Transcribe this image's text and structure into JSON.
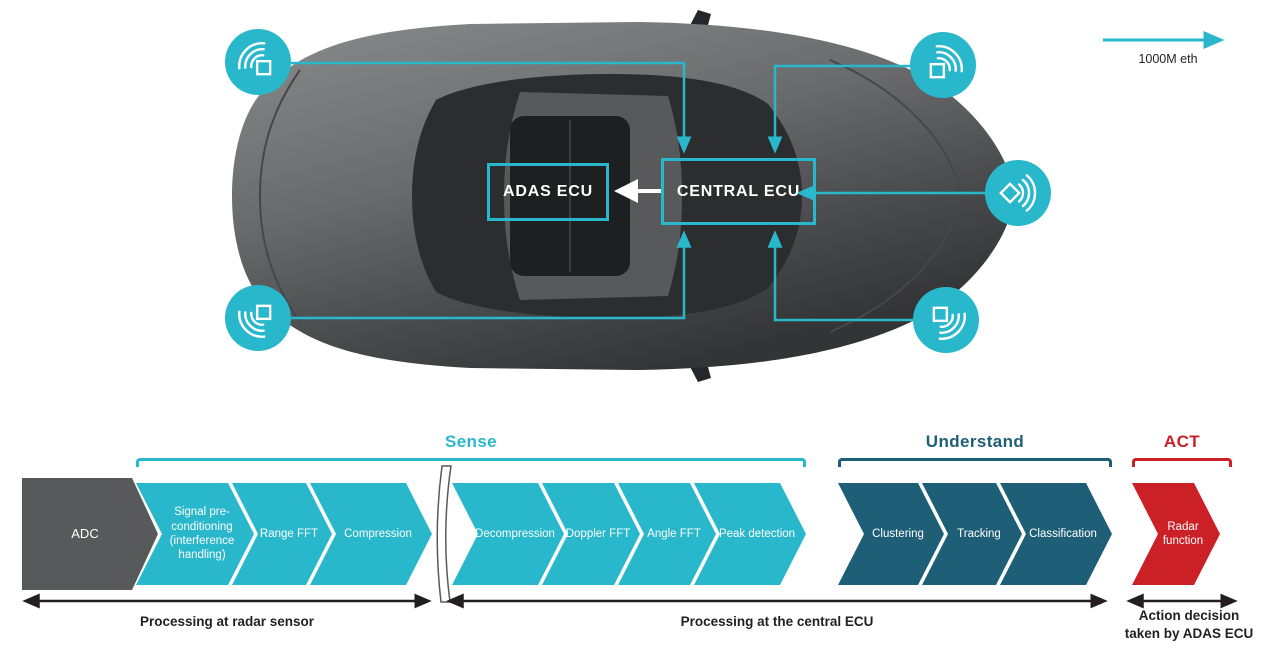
{
  "colors": {
    "teal": "#29b7cc",
    "dark_blue": "#1f5e77",
    "red": "#cb2026",
    "dark_gray": "#58595b",
    "text_black": "#231f20",
    "car_body_gray": "#5a5b5d",
    "glass_dark": "#2c2d2f"
  },
  "legend": {
    "label": "1000M eth"
  },
  "car_diagram": {
    "adas_ecu_label": "ADAS ECU",
    "central_ecu_label": "CENTRAL ECU",
    "sensor_count": 5,
    "sensor_icon": "radar-sensor"
  },
  "flow": {
    "group_labels": {
      "sense": "Sense",
      "understand": "Understand",
      "act": "ACT"
    },
    "steps": [
      {
        "label": "ADC",
        "group": "input"
      },
      {
        "label": "Signal pre-conditioning (interference handling)",
        "group": "sense"
      },
      {
        "label": "Range FFT",
        "group": "sense"
      },
      {
        "label": "Compression",
        "group": "sense"
      },
      {
        "label": "Decompression",
        "group": "sense"
      },
      {
        "label": "Doppler FFT",
        "group": "sense"
      },
      {
        "label": "Angle FFT",
        "group": "sense"
      },
      {
        "label": "Peak detection",
        "group": "sense"
      },
      {
        "label": "Clustering",
        "group": "understand"
      },
      {
        "label": "Tracking",
        "group": "understand"
      },
      {
        "label": "Classification",
        "group": "understand"
      },
      {
        "label": "Radar function",
        "group": "act"
      }
    ],
    "span_labels": [
      "Processing at radar sensor",
      "Processing at the central ECU",
      "Action decision taken by ADAS ECU"
    ]
  }
}
